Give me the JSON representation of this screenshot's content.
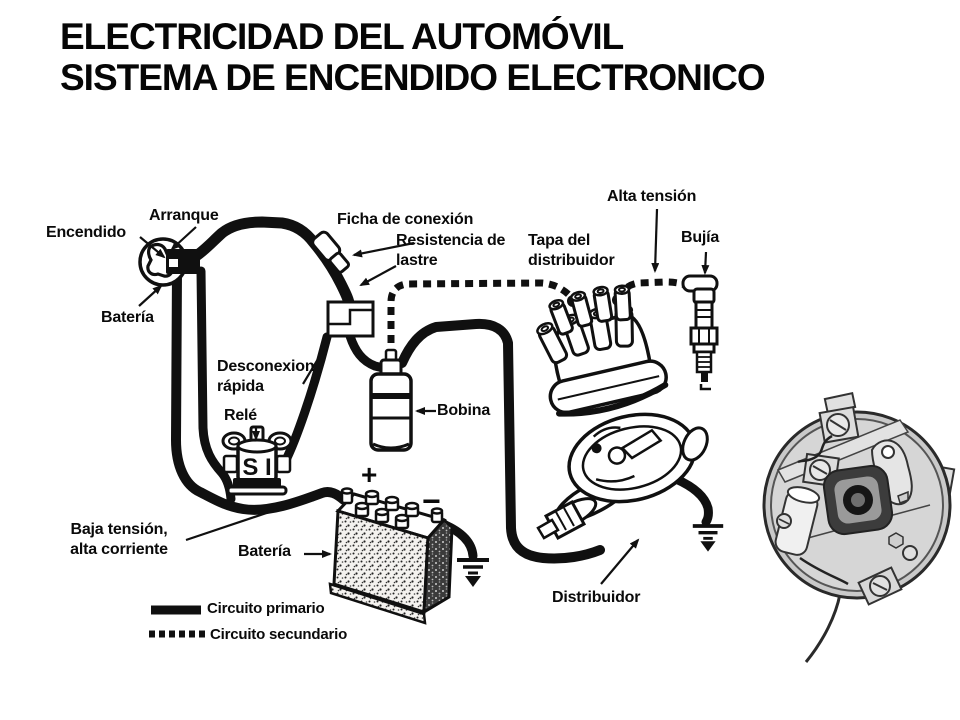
{
  "title": {
    "line1": "ELECTRICIDAD DEL AUTOMÓVIL",
    "line2": "SISTEMA DE ENCENDIDO ELECTRONICO"
  },
  "labels": {
    "encendido": "Encendido",
    "arranque": "Arranque",
    "bateria_switch": "Batería",
    "ficha_conexion": "Ficha de conexión",
    "resistencia_line1": "Resistencia de",
    "resistencia_line2": "lastre",
    "tapa_line1": "Tapa del",
    "tapa_line2": "distribuidor",
    "alta_tension": "Alta tensión",
    "bujia": "Bujía",
    "desconexion_line1": "Desconexion",
    "desconexion_line2": "rápida",
    "rele": "Relé",
    "bobina": "Bobina",
    "baja_line1": "Baja tensión,",
    "baja_line2": "alta corriente",
    "bateria_main": "Batería",
    "distribuidor": "Distribuidor"
  },
  "battery": {
    "plus": "+",
    "minus": "−"
  },
  "relay": {
    "marking": "S I"
  },
  "legend": {
    "primary": "Circuito primario",
    "secondary": "Circuito secundario"
  },
  "colors": {
    "ink": "#101010",
    "background": "#ffffff",
    "inset_gray": "#c9c9c9"
  }
}
